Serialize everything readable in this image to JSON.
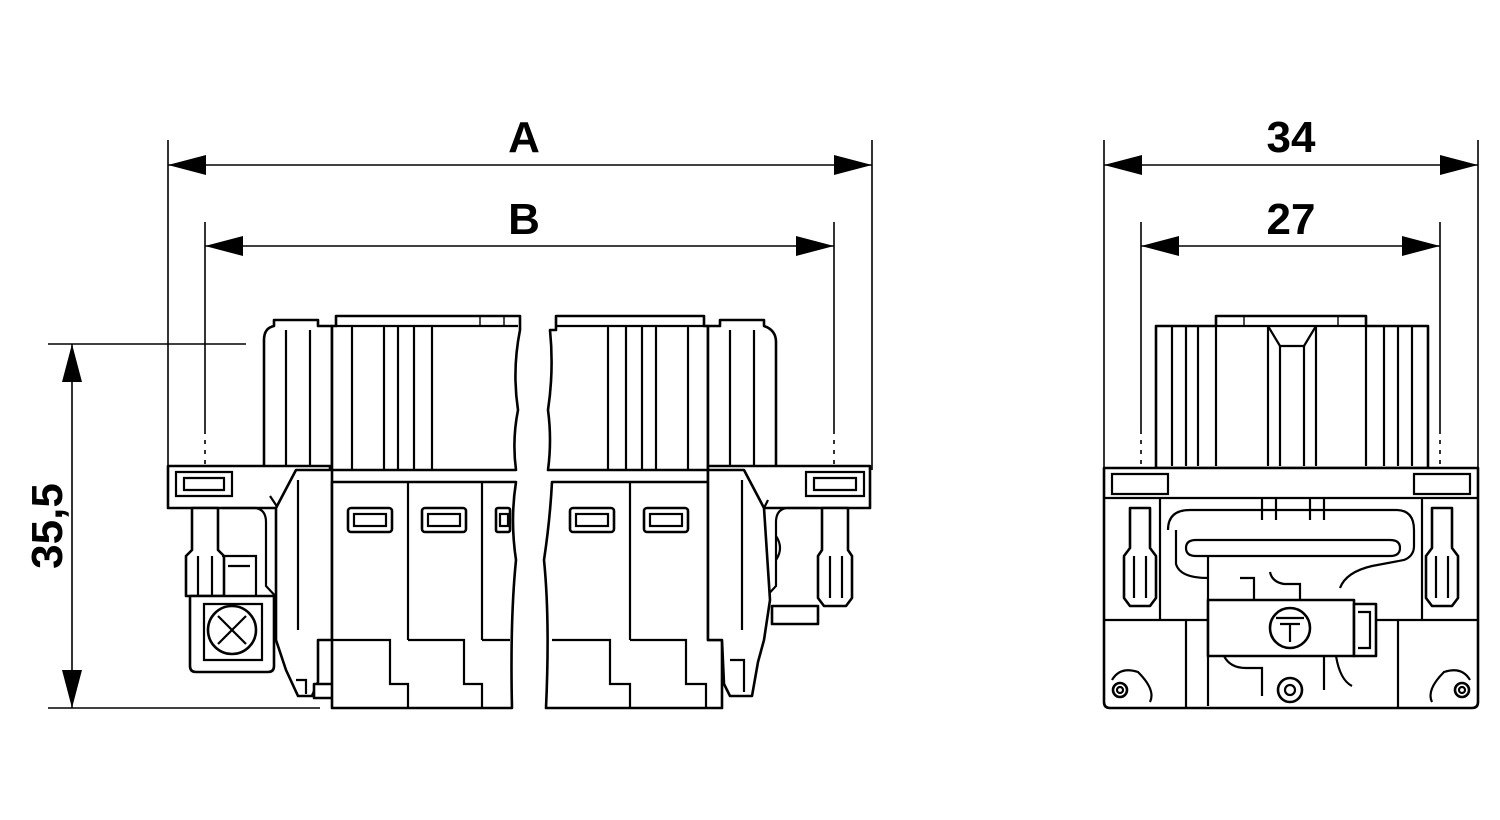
{
  "dimensions": {
    "front_width_outer": "A",
    "front_width_inner": "B",
    "height": "35,5",
    "side_width_outer": "34",
    "side_width_inner": "27"
  }
}
